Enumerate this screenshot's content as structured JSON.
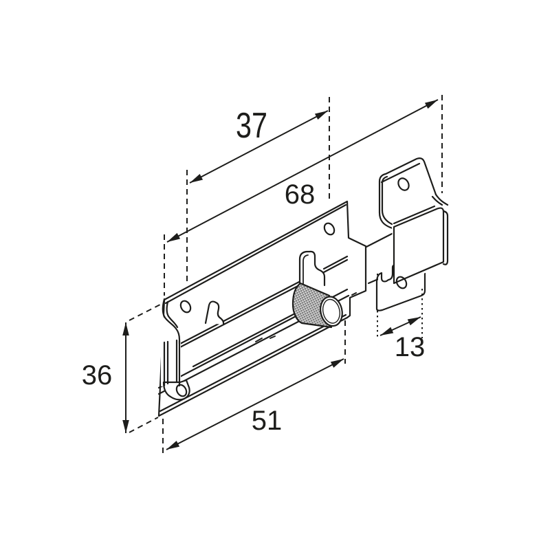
{
  "figure": {
    "type": "isometric-technical-drawing",
    "subject": "surface-mounted slide door bolt with keeper and knurled knob"
  },
  "colors": {
    "line": "#1d1d1b",
    "background": "#ffffff",
    "knurl_fill": "#e2e2e2",
    "knurl_hatch": "#6e6e6e"
  },
  "dimensions": {
    "hole_spacing": {
      "value": "37"
    },
    "overall_length": {
      "value": "68"
    },
    "plate_length": {
      "value": "51"
    },
    "plate_height": {
      "value": "36"
    },
    "keeper_width": {
      "value": "13"
    }
  }
}
